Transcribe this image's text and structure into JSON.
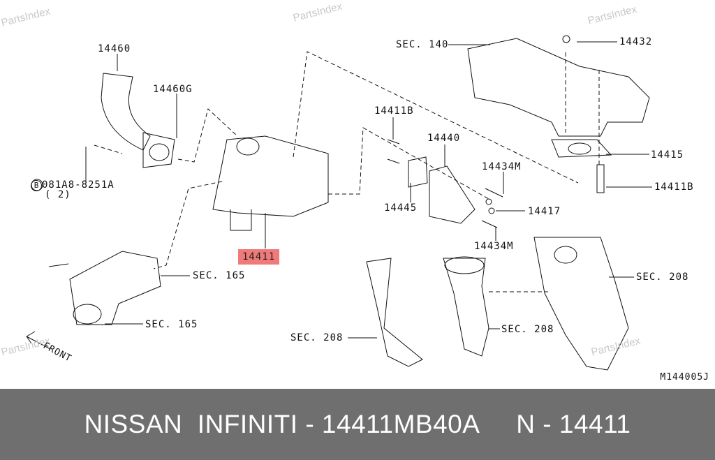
{
  "watermarks": [
    "PartsIndex",
    "PartsIndex",
    "PartsIndex",
    "PartsIndex",
    "PartsIndex"
  ],
  "labels": {
    "p14460": "14460",
    "p14460G": "14460G",
    "bolt": "081A8-8251A",
    "bolt_qty": "( 2)",
    "bolt_prefix": "B",
    "p14411": "14411",
    "sec165a": "SEC. 165",
    "sec165b": "SEC. 165",
    "front": "FRONT",
    "sec140": "SEC. 140",
    "p14432": "14432",
    "p14411B_a": "14411B",
    "p14440": "14440",
    "p14434M_a": "14434M",
    "p14445": "14445",
    "p14417": "14417",
    "p14434M_b": "14434M",
    "p14415": "14415",
    "p14411B_b": "14411B",
    "sec208a": "SEC. 208",
    "sec208b": "SEC. 208",
    "sec208c": "SEC. 208",
    "diagram_code": "M144005J"
  },
  "footer": {
    "title": "NISSAN  INFINITI - 14411MB40A     N - 14411"
  },
  "colors": {
    "highlight": "#f07a7a",
    "footer_bg": "#6f6f6f"
  }
}
